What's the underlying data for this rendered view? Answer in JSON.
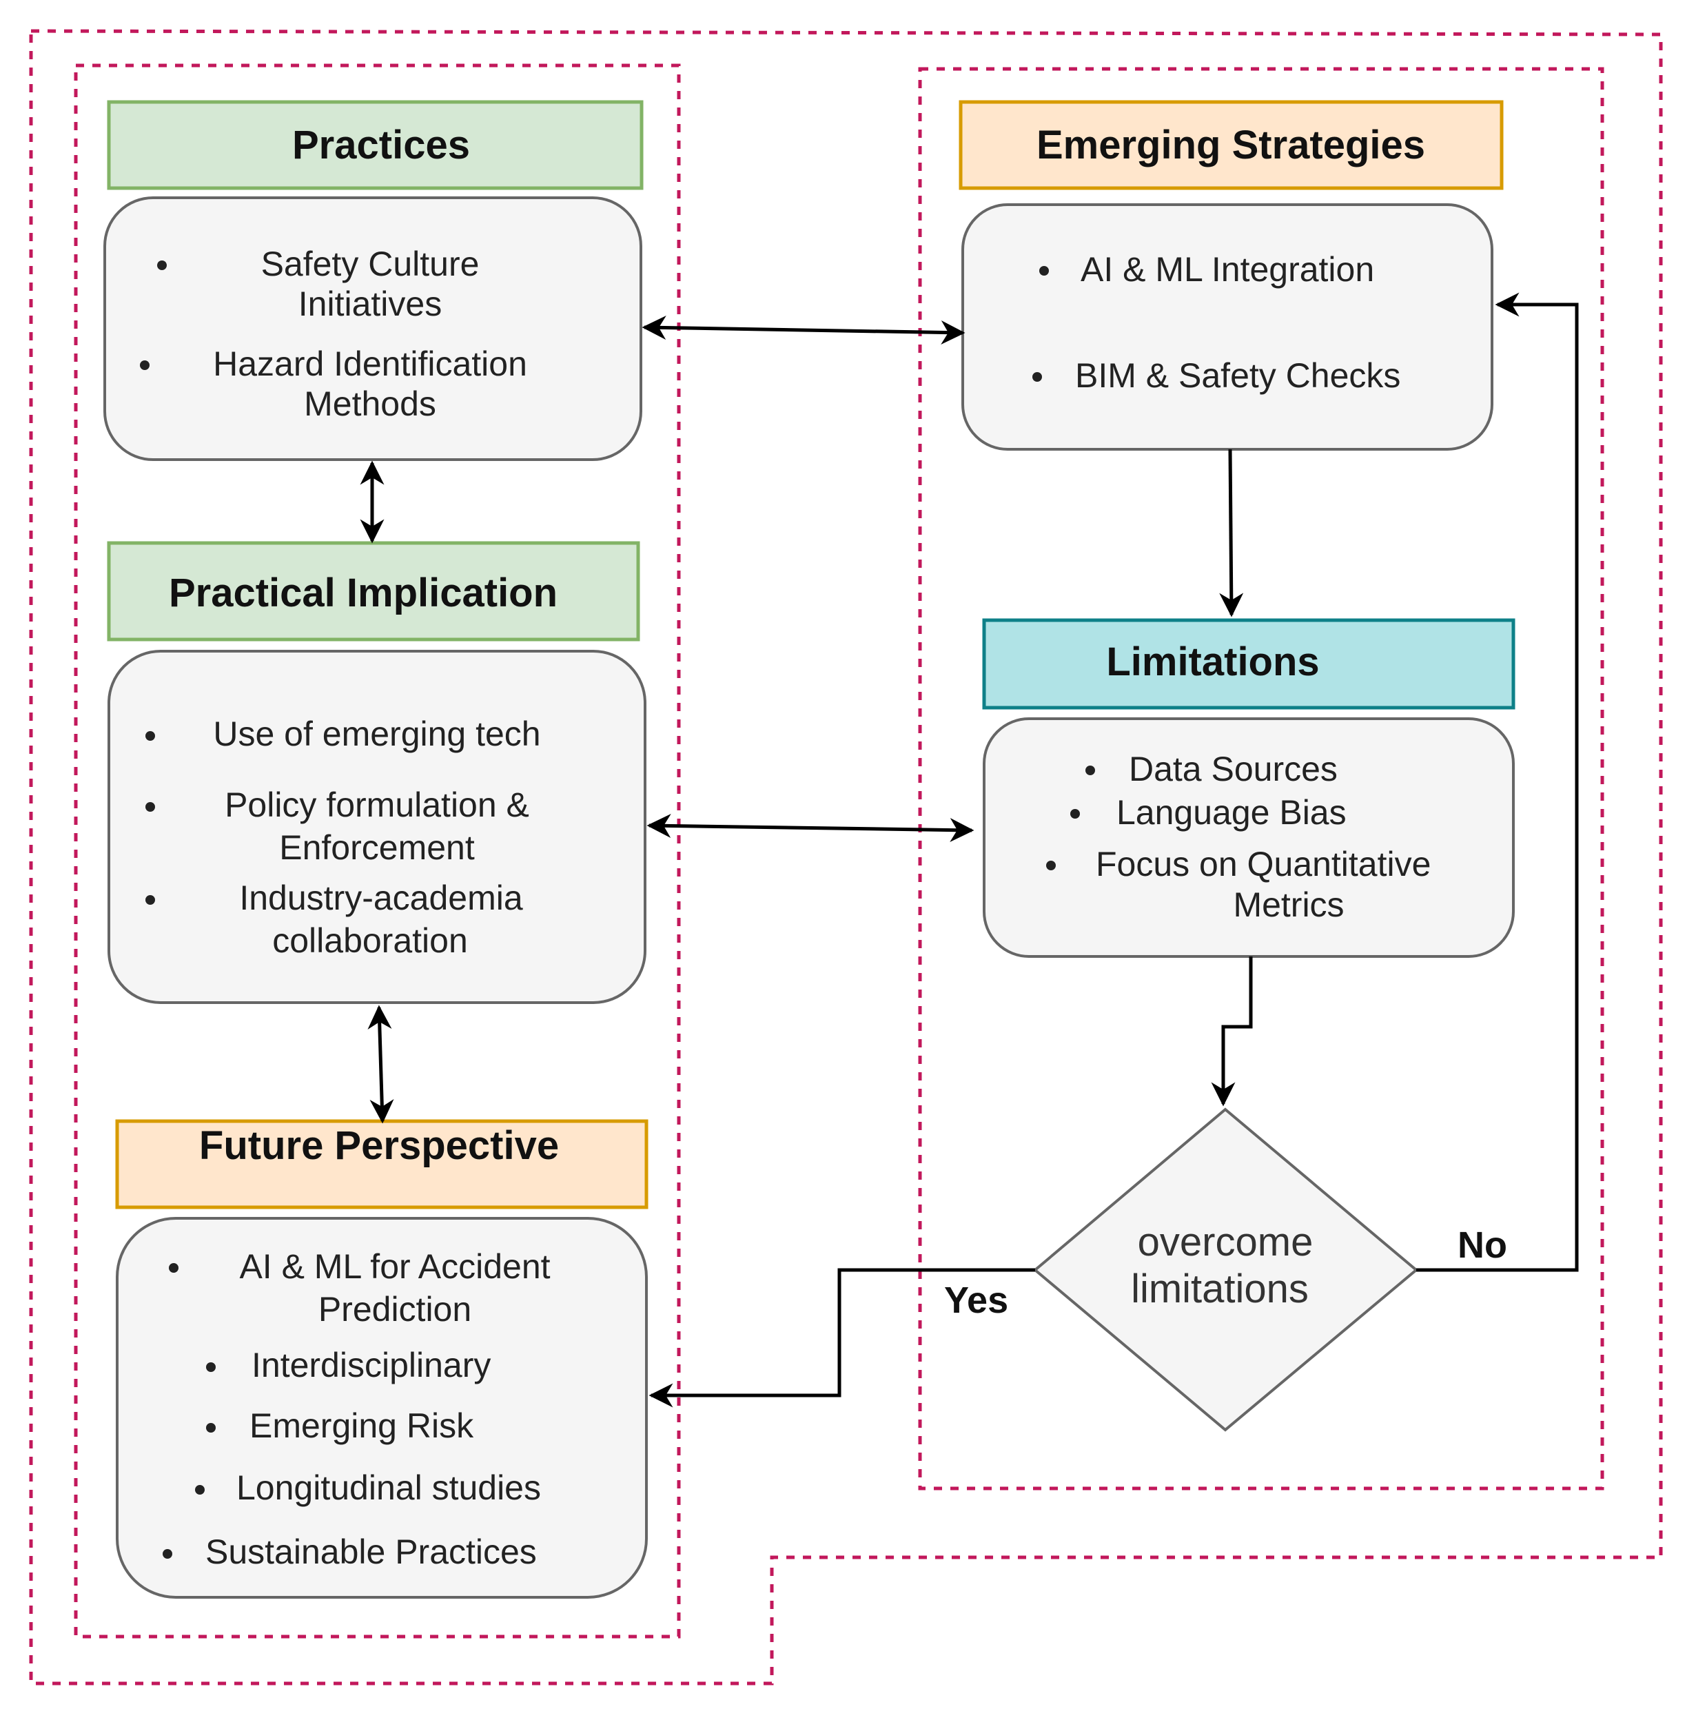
{
  "colors": {
    "green_fill": "#d5e8d4",
    "green_stroke": "#82b366",
    "orange_fill": "#ffe6cc",
    "orange_stroke": "#d79b00",
    "cyan_fill": "#b0e3e6",
    "cyan_stroke": "#0e8088",
    "content_fill": "#f5f5f5",
    "dashed_border": "#c2185b"
  },
  "practices": {
    "title": "Practices",
    "items": [
      {
        "line1": "Safety Culture",
        "line2": "Initiatives"
      },
      {
        "line1": "Hazard Identification",
        "line2": "Methods"
      }
    ]
  },
  "practical_implication": {
    "title": "Practical Implication",
    "items": [
      {
        "line1": "Use of emerging tech"
      },
      {
        "line1": "Policy formulation &",
        "line2": "Enforcement"
      },
      {
        "line1": "Industry-academia",
        "line2": "collaboration"
      }
    ]
  },
  "future_perspective": {
    "title": "Future Perspective",
    "items": [
      {
        "line1": "AI & ML for Accident",
        "line2": "Prediction"
      },
      {
        "line1": "Interdisciplinary"
      },
      {
        "line1": "Emerging Risk"
      },
      {
        "line1": "Longitudinal studies"
      },
      {
        "line1": "Sustainable Practices"
      }
    ]
  },
  "emerging_strategies": {
    "title": "Emerging Strategies",
    "items": [
      {
        "line1": "AI & ML Integration"
      },
      {
        "line1": "BIM & Safety Checks"
      }
    ]
  },
  "limitations": {
    "title": "Limitations",
    "items": [
      {
        "line1": "Data Sources"
      },
      {
        "line1": "Language Bias"
      },
      {
        "line1": "Focus on Quantitative",
        "line2": "Metrics"
      }
    ]
  },
  "decision": {
    "line1": "overcome",
    "line2": "limitations",
    "yes_label": "Yes",
    "no_label": "No"
  }
}
